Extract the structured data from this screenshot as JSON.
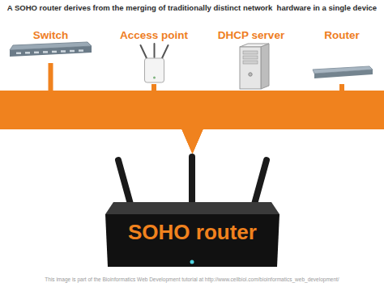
{
  "diagram": {
    "title": "A SOHO router derives from the merging of traditionally distinct network  hardware in a single device",
    "nodes": [
      {
        "text": [
          "Switch"
        ]
      },
      {
        "text": [
          "Access point"
        ]
      },
      {
        "text": [
          "DHCP server"
        ]
      },
      {
        "text": [
          "Router"
        ]
      },
      {
        "text": [
          "SOHO router"
        ]
      }
    ],
    "edges": [
      {
        "from": 0,
        "to": 4,
        "arrow": "to"
      },
      {
        "from": 1,
        "to": 4,
        "arrow": "to"
      },
      {
        "from": 2,
        "to": 4,
        "arrow": "to"
      },
      {
        "from": 3,
        "to": 4,
        "arrow": "to"
      }
    ],
    "labels": [
      "This image is part of the Bioinformatics Web Development tutorial at  http://www.cellbiol.com/bioinformatics_web_development/"
    ]
  }
}
